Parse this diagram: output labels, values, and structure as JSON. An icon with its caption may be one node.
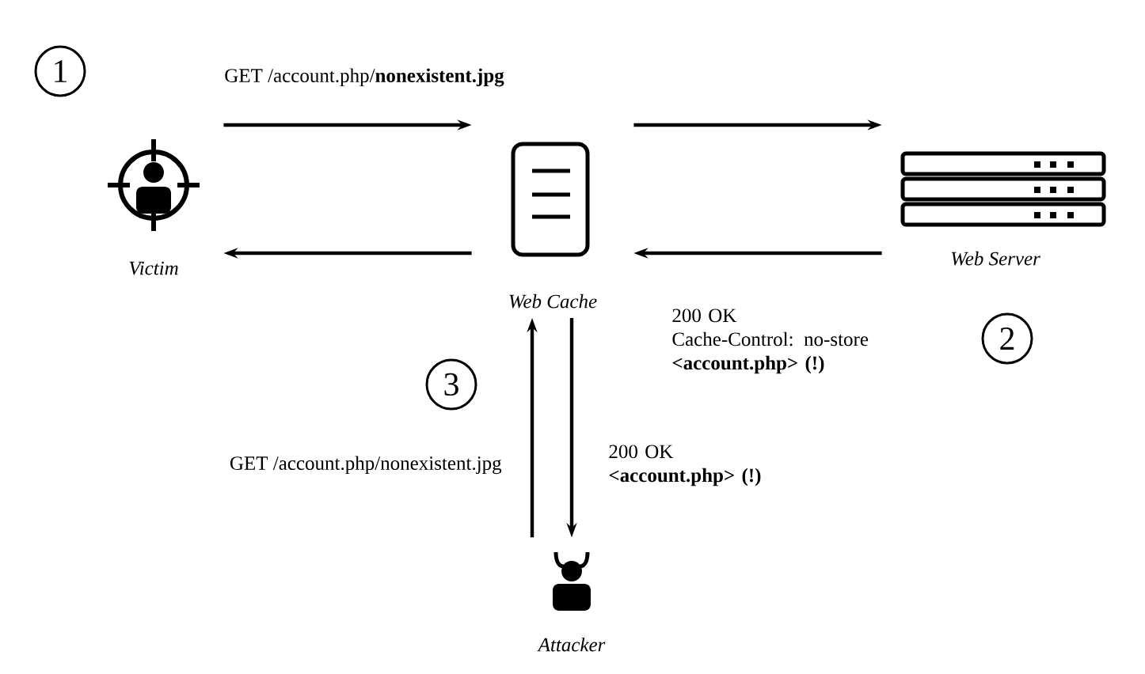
{
  "diagram": {
    "nodes": [
      {
        "text": [
          "Victim"
        ]
      },
      {
        "text": [
          "Web Cache"
        ]
      },
      {
        "text": [
          "Web Server"
        ]
      },
      {
        "text": [
          "Attacker"
        ]
      }
    ],
    "edges": [
      {
        "from": 0,
        "to": 1,
        "arrow": "to",
        "label": "GET /account.php/**nonexistent.jpg**"
      },
      {
        "from": 1,
        "to": 2,
        "arrow": "to"
      },
      {
        "from": 2,
        "to": 1,
        "arrow": "to",
        "label": "200 OK Cache-Control: no-store **<account.php> (!)**"
      },
      {
        "from": 1,
        "to": 0,
        "arrow": "to"
      },
      {
        "from": 3,
        "to": 1,
        "arrow": "to",
        "label": "GET /account.php/nonexistent.jpg"
      },
      {
        "from": 1,
        "to": 3,
        "arrow": "to",
        "label": "200 OK **<account.php> (!)**"
      }
    ],
    "labels": [
      "1",
      "2",
      "3"
    ]
  }
}
